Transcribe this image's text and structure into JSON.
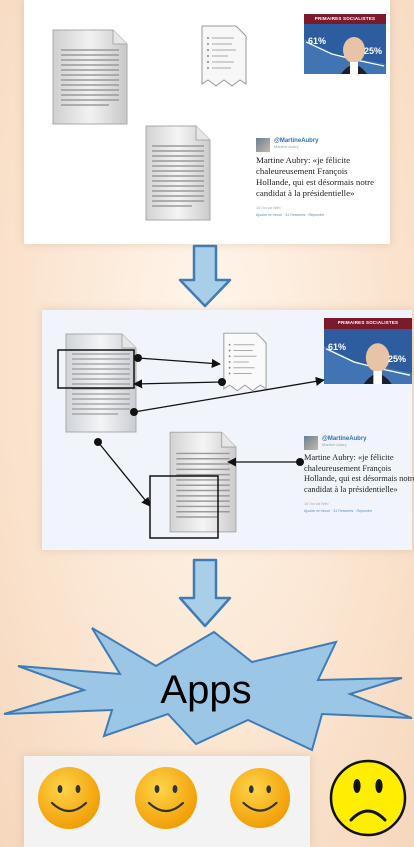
{
  "tweet": {
    "handle": "@MartineAubry",
    "subhandle": "Martine Aubry",
    "line1": "Martine Aubry: «je félicite",
    "line2": "chaleureusement François",
    "line3": "Hollande, qui est désormais notre",
    "line4": "candidat à la présidentielle»",
    "meta": "16 Oct via Web",
    "actions": "Ajouter en favori · 51 Retweets · Répondre"
  },
  "photo": {
    "title": "PRIMAIRES SOCIALISTES",
    "pct_left": "61%",
    "pct_right": "25%"
  },
  "apps_label": "Apps",
  "colors": {
    "arrow_fill": "#a9cfe8",
    "arrow_stroke": "#3f7cb5",
    "burst_fill": "#9cc6e6",
    "smiley_happy": "#f7b00b",
    "smiley_sad": "#ffee00"
  }
}
